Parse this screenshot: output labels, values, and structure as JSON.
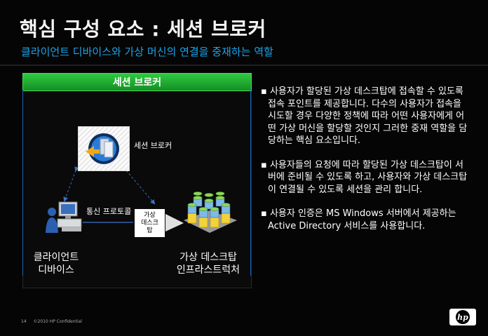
{
  "slide": {
    "title": "핵심 구성 요소 : 세션 브로커",
    "subtitle": "클라이언트 디바이스와 가상 머신의 연결을 중재하는 역할"
  },
  "diagram": {
    "header": "세션 브로커",
    "broker_label": "세션 브로커",
    "protocol_label": "통신 프로토콜",
    "vd_label_line1": "가상",
    "vd_label_line2": "데스크",
    "vd_label_line3": "탑",
    "client_label_line1": "클라이언트",
    "client_label_line2": "디바이스",
    "infra_label_line1": "가상 데스크탑",
    "infra_label_line2": "인프라스트럭처"
  },
  "bullets": [
    "사용자가 할당된 가상 데스크탑에 접속할 수 있도록 접속 포인트를 제공합니다. 다수의 사용자가 접속을 시도할 경우 다양한 정책에 따라 어떤 사용자에게 어떤 가상 머신을 할당할 것인지 그러한 중재 역할을 담당하는 핵심 요소입니다.",
    "사용자들의 요청에 따라 할당된 가상 데스크탑이 서버에 준비될 수 있도록 하고, 사용자와 가상 데스크탑이 연결될 수 있도록 세션을 관리 합니다.",
    "사용자 인증은 MS Windows 서버에서 제공하는 Active Directory 서비스를 사용합니다."
  ],
  "footer": {
    "page": "14",
    "copyright": "©2010  HP Confidential"
  },
  "logo": {
    "text": "hp"
  },
  "colors": {
    "accent_blue": "#1aa3e8",
    "header_green": "#2ecc40",
    "connector_blue": "#3a72c9"
  }
}
